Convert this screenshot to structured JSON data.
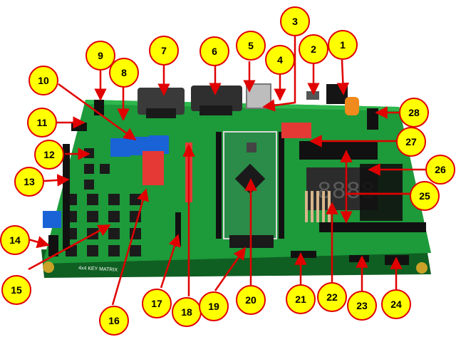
{
  "image": {
    "subject": "green microcontroller development board with numbered callouts",
    "colors": {
      "board": "#1d9a3a",
      "board_dark": "#147a2c",
      "callout_fill": "#ffff00",
      "callout_border": "#e00000",
      "arrow": "#e00000"
    }
  },
  "callouts": [
    {
      "id": "1",
      "label": "1"
    },
    {
      "id": "2",
      "label": "2"
    },
    {
      "id": "3",
      "label": "3"
    },
    {
      "id": "4",
      "label": "4"
    },
    {
      "id": "5",
      "label": "5"
    },
    {
      "id": "6",
      "label": "6"
    },
    {
      "id": "7",
      "label": "7"
    },
    {
      "id": "8",
      "label": "8"
    },
    {
      "id": "9",
      "label": "9"
    },
    {
      "id": "10",
      "label": "10"
    },
    {
      "id": "11",
      "label": "11"
    },
    {
      "id": "12",
      "label": "12"
    },
    {
      "id": "13",
      "label": "13"
    },
    {
      "id": "14",
      "label": "14"
    },
    {
      "id": "15",
      "label": "15"
    },
    {
      "id": "16",
      "label": "16"
    },
    {
      "id": "17",
      "label": "17"
    },
    {
      "id": "18",
      "label": "18"
    },
    {
      "id": "19",
      "label": "19"
    },
    {
      "id": "20",
      "label": "20"
    },
    {
      "id": "21",
      "label": "21"
    },
    {
      "id": "22",
      "label": "22"
    },
    {
      "id": "23",
      "label": "23"
    },
    {
      "id": "24",
      "label": "24"
    },
    {
      "id": "25",
      "label": "25"
    },
    {
      "id": "26",
      "label": "26"
    },
    {
      "id": "27",
      "label": "27"
    },
    {
      "id": "28",
      "label": "28"
    }
  ],
  "board_labels": {
    "keypad": "4x4 KEY MATRIX"
  }
}
